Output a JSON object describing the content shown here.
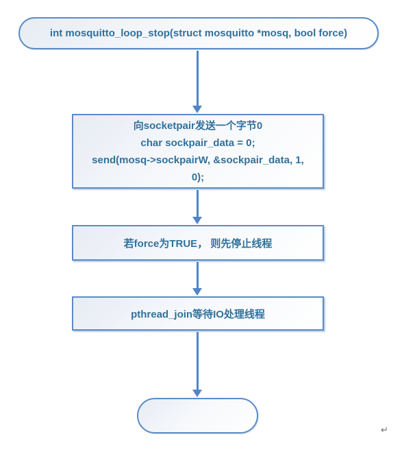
{
  "flowchart": {
    "nodes": {
      "start": {
        "label": "int mosquitto_loop_stop(struct mosquitto *mosq, bool force)"
      },
      "send_socketpair": {
        "lines": [
          "向socketpair发送一个字节0",
          "char sockpair_data = 0;",
          "send(mosq->sockpairW, &sockpair_data, 1,",
          "0);"
        ]
      },
      "force_check": {
        "label": "若force为TRUE， 则先停止线程"
      },
      "pthread_join": {
        "label": "pthread_join等待IO处理线程"
      },
      "end": {
        "label": ""
      }
    },
    "colors": {
      "border": "#5b8bc4",
      "arrow": "#4f86c6",
      "text": "#31719c"
    },
    "paragraph_mark": "↵"
  }
}
